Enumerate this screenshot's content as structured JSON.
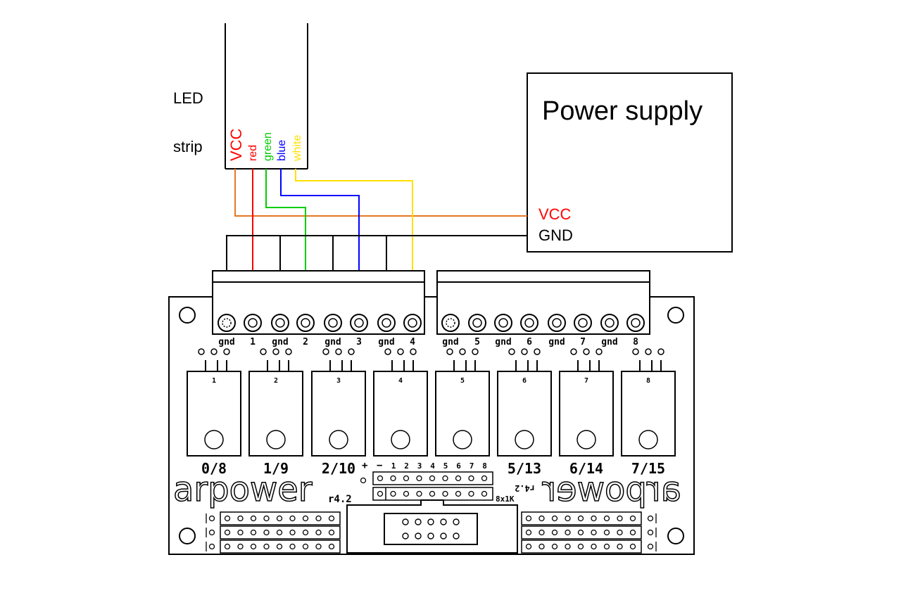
{
  "strip": {
    "label_line1": "LED",
    "label_line2": "strip",
    "wires": [
      {
        "label": "VCC",
        "color": "#ff0000"
      },
      {
        "label": "red",
        "color": "#ff0000"
      },
      {
        "label": "green",
        "color": "#00cc00"
      },
      {
        "label": "blue",
        "color": "#0000ff"
      },
      {
        "label": "white",
        "color": "#ffe000"
      }
    ]
  },
  "power": {
    "title": "Power supply",
    "vcc": "VCC",
    "gnd": "GND",
    "vcc_color": "#ff0000",
    "vcc_wire_color": "#e87722"
  },
  "board": {
    "terminals_left": [
      "gnd",
      "1",
      "gnd",
      "2",
      "gnd",
      "3",
      "gnd",
      "4"
    ],
    "terminals_right": [
      "gnd",
      "5",
      "gnd",
      "6",
      "gnd",
      "7",
      "gnd",
      "8"
    ],
    "relays": [
      "1",
      "2",
      "3",
      "4",
      "5",
      "6",
      "7",
      "8"
    ],
    "relay_captions": [
      "0/8",
      "1/9",
      "2/10",
      "",
      "",
      "5/13",
      "6/14",
      "7/15"
    ],
    "header_plus": "+",
    "header_minus": "−",
    "header_numbers": [
      "1",
      "2",
      "3",
      "4",
      "5",
      "6",
      "7",
      "8"
    ],
    "brand": "arpower",
    "revision": "r4.2",
    "brand_mirrored": "arpower",
    "revision_mirrored": "r4.2",
    "footprint_label": "8x1K"
  }
}
